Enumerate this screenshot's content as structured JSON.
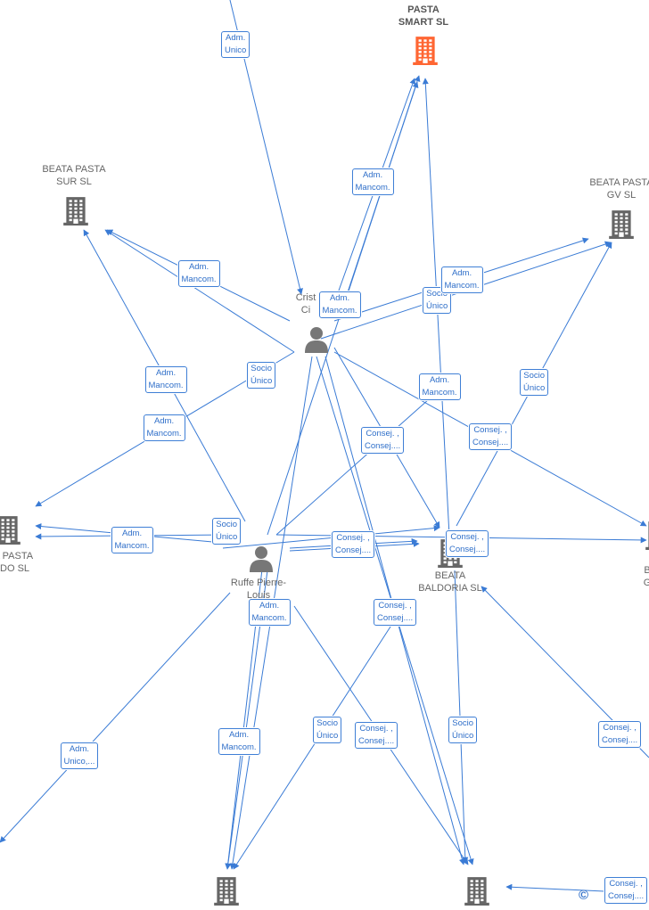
{
  "colors": {
    "edge": "#3a7bd5",
    "building": "#666666",
    "building_main": "#ff6633",
    "person": "#777777"
  },
  "nodes": [
    {
      "id": "pasta-smart",
      "type": "company-main",
      "label": "PASTA\nSMART  SL"
    },
    {
      "id": "sur",
      "type": "company",
      "label": "BEATA PASTA\nSUR  SL"
    },
    {
      "id": "gv",
      "type": "company",
      "label": "BEATA PASTA\nGV  SL"
    },
    {
      "id": "left-co",
      "type": "company",
      "label": "A PASTA\nIDO  SL"
    },
    {
      "id": "baldoria",
      "type": "company",
      "label": "BEATA\nBALDORIA  SL"
    },
    {
      "id": "right-co",
      "type": "company",
      "label": "B\nG"
    },
    {
      "id": "bottom-left",
      "type": "company",
      "label": ""
    },
    {
      "id": "bottom-right",
      "type": "company",
      "label": ""
    },
    {
      "id": "cristian",
      "type": "person",
      "label": "Crist\nCi"
    },
    {
      "id": "ruffe",
      "type": "person",
      "label": "Ruffe Pierre-\nLouis\nAl"
    }
  ],
  "edge_labels": [
    "Adm.\nUnico",
    "Adm.\nMancom.",
    "Adm.\nMancom.",
    "Adm.\nMancom.",
    "Adm.\nMancom.",
    "Socio\nÚnico",
    "Socio\nÚnico",
    "Adm.\nMancom.",
    "Socio\nÚnico",
    "Adm.\nMancom.",
    "Adm.\nMancom.",
    "Consej. ,\nConsej....",
    "Consej. ,\nConsej....",
    "Socio\nÚnico",
    "Adm.\nMancom.",
    "Consej. ,\nConsej....",
    "Consej. ,\nConsej....",
    "Consej. ,\nConsej....",
    "Adm.\nMancom.",
    "Adm.\nUnico,...",
    "Adm.\nMancom.",
    "Socio\nÚnico",
    "Consej. ,\nConsej....",
    "Socio\nÚnico",
    "Consej. ,\nConsej....",
    "Consej. ,\nConsej...."
  ],
  "copyright": "©"
}
